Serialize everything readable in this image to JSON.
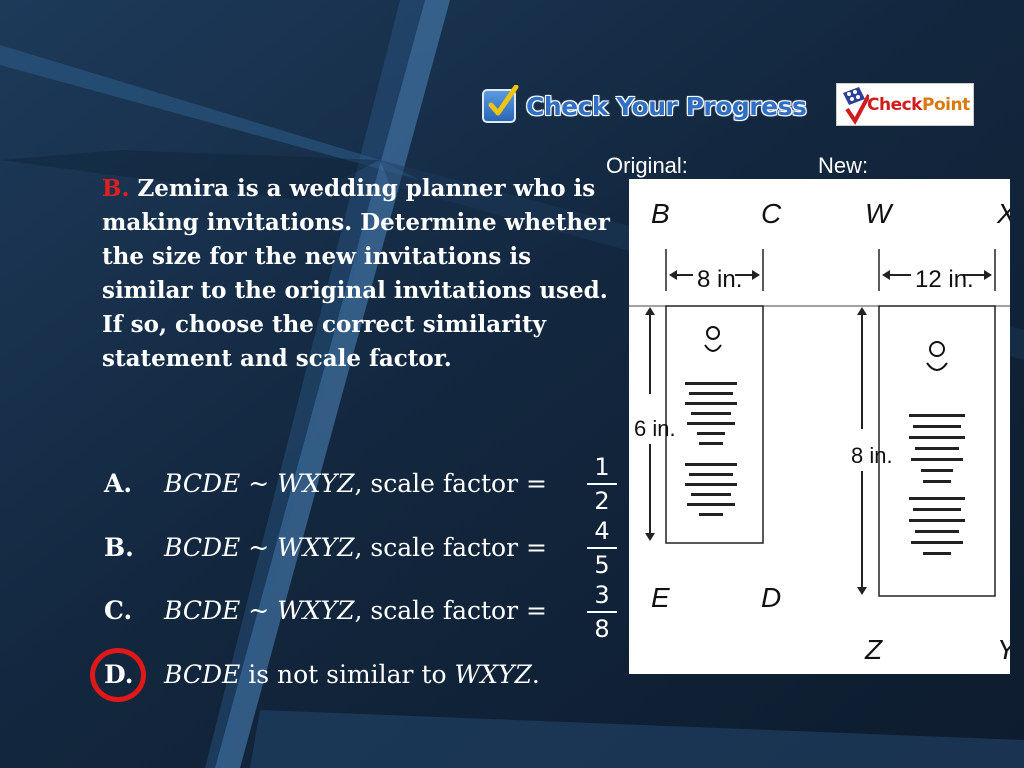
{
  "header": {
    "banner_title": "Check Your Progress",
    "logo_check": "Check",
    "logo_point": "Point"
  },
  "question": {
    "part_letter": "B.",
    "text": "Zemira is a wedding planner who is making invitations. Determine whether the size for the new invitations is similar to the original invitations used. If so, choose the correct similarity statement and scale factor."
  },
  "labels": {
    "original": "Original:",
    "new": "New:"
  },
  "options": [
    {
      "letter": "A.",
      "poly1": "BCDE",
      "sim": " ~ ",
      "poly2": "WXYZ",
      "rest": ", scale factor = ",
      "num": "1",
      "den": "2"
    },
    {
      "letter": "B.",
      "poly1": "BCDE",
      "sim": " ~ ",
      "poly2": "WXYZ",
      "rest": ", scale factor = ",
      "num": "4",
      "den": "5"
    },
    {
      "letter": "C.",
      "poly1": "BCDE",
      "sim": " ~ ",
      "poly2": "WXYZ",
      "rest": ", scale factor = ",
      "num": "3",
      "den": "8"
    },
    {
      "letter": "D.",
      "poly1": "BCDE",
      "middle": " is not similar to ",
      "poly2": "WXYZ",
      "end": "."
    }
  ],
  "answer": "D.",
  "figure": {
    "original": {
      "top_left": "B",
      "top_right": "C",
      "bottom_left": "E",
      "bottom_right": "D",
      "width": "8 in.",
      "height": "6 in."
    },
    "new": {
      "top_left": "W",
      "top_right": "X",
      "bottom_left": "Z",
      "bottom_right": "Y",
      "width": "12 in.",
      "height": "8 in."
    }
  },
  "colors": {
    "background": "#12253b",
    "accent_red": "#e02020",
    "banner_blue": "#2f6fc4"
  }
}
